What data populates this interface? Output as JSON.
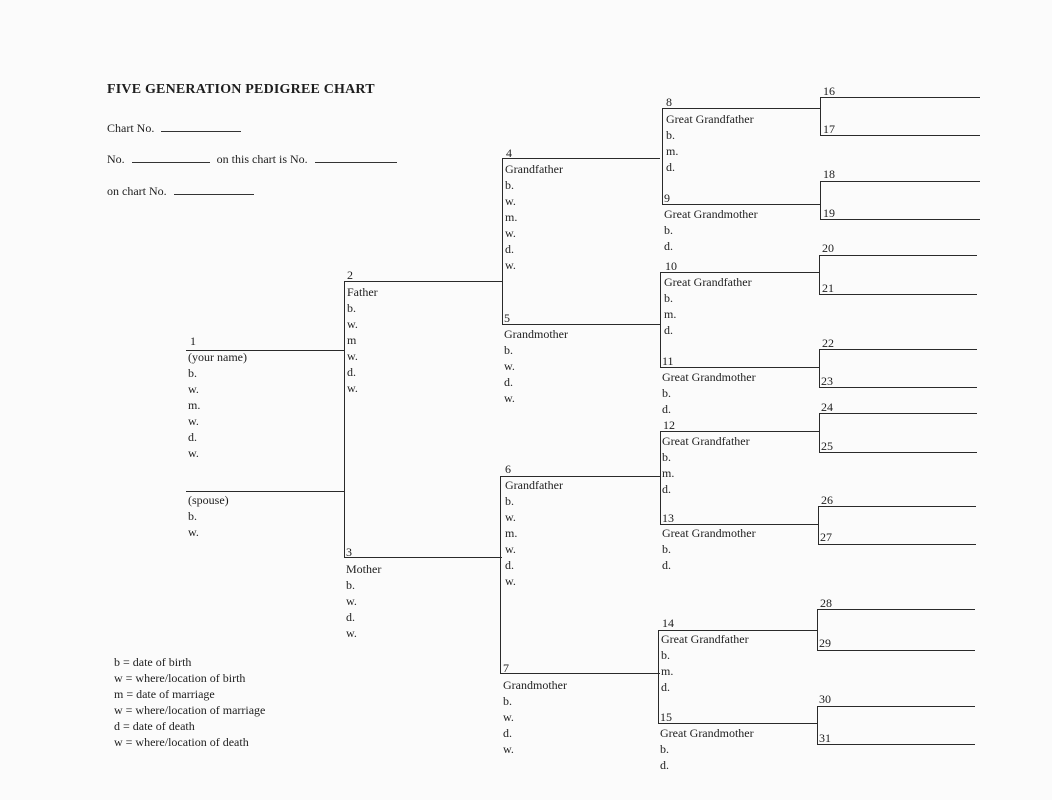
{
  "header": {
    "title": "FIVE GENERATION PEDIGREE CHART",
    "chart_no_label": "Chart No.",
    "no_label": "No.",
    "on_this_chart_label": "on this chart is No.",
    "on_chart_label": "on chart No."
  },
  "persons": {
    "p1": {
      "num": "1",
      "name": "(your name)",
      "fields": [
        "b.",
        "w.",
        "m.",
        "w.",
        "d.",
        "w."
      ]
    },
    "spouse": {
      "name": "(spouse)",
      "fields": [
        "b.",
        "w."
      ]
    },
    "p2": {
      "num": "2",
      "name": "Father",
      "fields": [
        "b.",
        "w.",
        "m",
        "w.",
        "d.",
        "w."
      ]
    },
    "p3": {
      "num": "3",
      "name": "Mother",
      "fields": [
        "b.",
        "w.",
        "d.",
        "w."
      ]
    },
    "p4": {
      "num": "4",
      "name": "Grandfather",
      "fields": [
        "b.",
        "w.",
        "m.",
        "w.",
        "d.",
        "w."
      ]
    },
    "p5": {
      "num": "5",
      "name": "Grandmother",
      "fields": [
        "b.",
        "w.",
        "d.",
        "w."
      ]
    },
    "p6": {
      "num": "6",
      "name": "Grandfather",
      "fields": [
        "b.",
        "w.",
        "m.",
        "w.",
        "d.",
        "w."
      ]
    },
    "p7": {
      "num": "7",
      "name": "Grandmother",
      "fields": [
        "b.",
        "w.",
        "d.",
        "w."
      ]
    },
    "p8": {
      "num": "8",
      "name": "Great Grandfather",
      "fields": [
        "b.",
        "m.",
        "d."
      ]
    },
    "p9": {
      "num": "9",
      "name": "Great Grandmother",
      "fields": [
        "b.",
        "d."
      ]
    },
    "p10": {
      "num": "10",
      "name": "Great Grandfather",
      "fields": [
        "b.",
        "m.",
        "d."
      ]
    },
    "p11": {
      "num": "11",
      "name": "Great Grandmother",
      "fields": [
        "b.",
        "d."
      ]
    },
    "p12": {
      "num": "12",
      "name": "Great Grandfather",
      "fields": [
        "b.",
        "m.",
        "d."
      ]
    },
    "p13": {
      "num": "13",
      "name": "Great Grandmother",
      "fields": [
        "b.",
        "d."
      ]
    },
    "p14": {
      "num": "14",
      "name": "Great Grandfather",
      "fields": [
        "b.",
        "m.",
        "d."
      ]
    },
    "p15": {
      "num": "15",
      "name": "Great Grandmother",
      "fields": [
        "b.",
        "d."
      ]
    }
  },
  "gen5": [
    "16",
    "17",
    "18",
    "19",
    "20",
    "21",
    "22",
    "23",
    "24",
    "25",
    "26",
    "27",
    "28",
    "29",
    "30",
    "31"
  ],
  "legend": [
    "b = date of birth",
    "w = where/location of birth",
    "m = date of marriage",
    "w = where/location of marriage",
    "d = date of death",
    "w = where/location of death"
  ]
}
